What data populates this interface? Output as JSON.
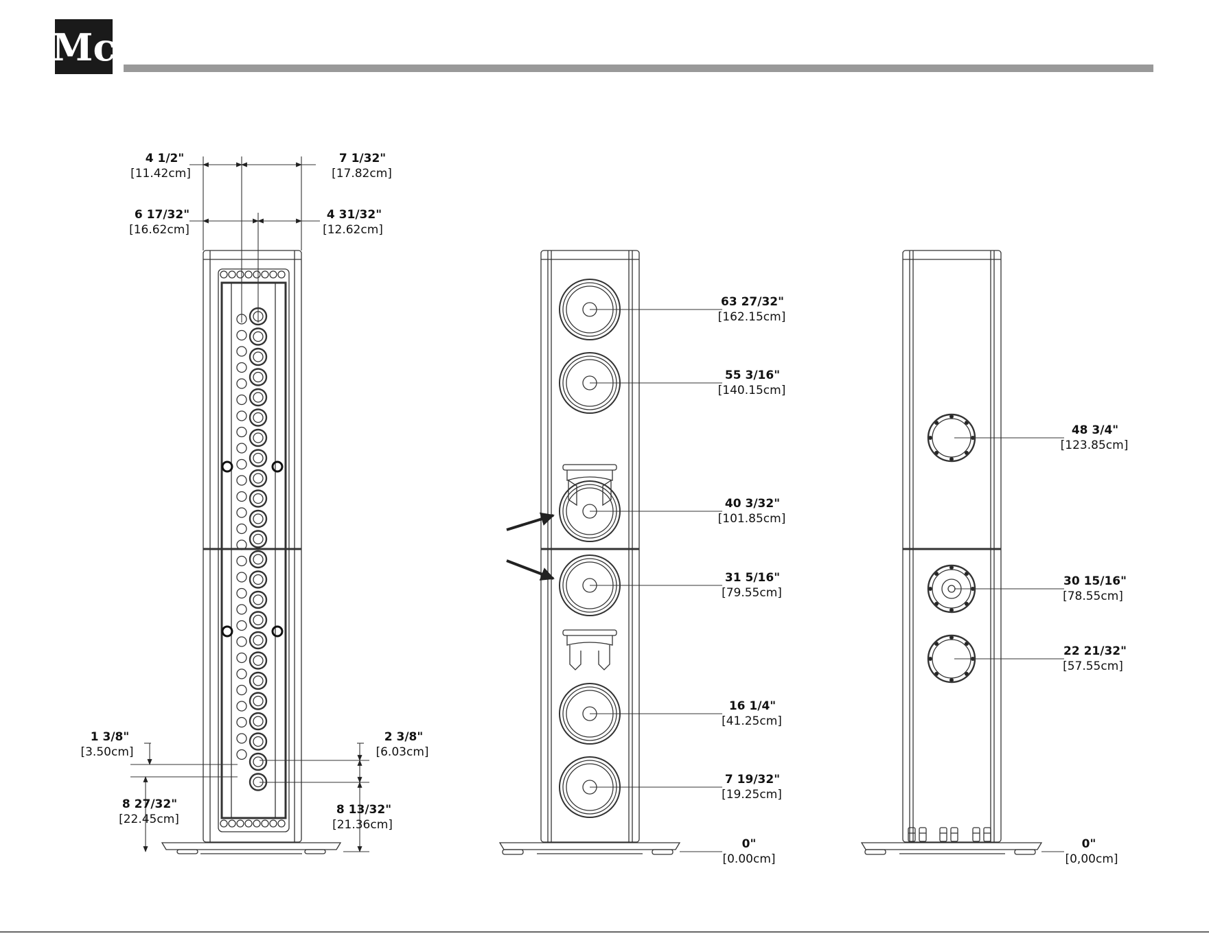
{
  "header": {
    "logo_text": "Mc",
    "bar_color": "#999999"
  },
  "front_view": {
    "dims": [
      {
        "id": "top-left",
        "inches": "4 1/2\"",
        "cm": "[11.42cm]"
      },
      {
        "id": "top-right",
        "inches": "7 1/32\"",
        "cm": "[17.82cm]"
      },
      {
        "id": "mid-left",
        "inches": "6 17/32\"",
        "cm": "[16.62cm]"
      },
      {
        "id": "mid-right",
        "inches": "4 31/32\"",
        "cm": "[12.62cm]"
      },
      {
        "id": "bottom-left-upper",
        "inches": "1 3/8\"",
        "cm": "[3.50cm]"
      },
      {
        "id": "bottom-left-lower",
        "inches": "8 27/32\"",
        "cm": "[22.45cm]"
      },
      {
        "id": "bottom-right-upper",
        "inches": "2 3/8\"",
        "cm": "[6.03cm]"
      },
      {
        "id": "bottom-right-lower",
        "inches": "8 13/32\"",
        "cm": "[21.36cm]"
      }
    ]
  },
  "side_view": {
    "dims": [
      {
        "inches": "63 27/32\"",
        "cm": "[162.15cm]"
      },
      {
        "inches": "55 3/16\"",
        "cm": "[140.15cm]"
      },
      {
        "inches": "40 3/32\"",
        "cm": "[101.85cm]"
      },
      {
        "inches": "31 5/16\"",
        "cm": "[79.55cm]"
      },
      {
        "inches": "16 1/4\"",
        "cm": "[41.25cm]"
      },
      {
        "inches": "7 19/32\"",
        "cm": "[19.25cm]"
      },
      {
        "inches": "0\"",
        "cm": "[0.00cm]"
      }
    ]
  },
  "rear_view": {
    "dims": [
      {
        "inches": "48 3/4\"",
        "cm": "[123.85cm]"
      },
      {
        "inches": "30 15/16\"",
        "cm": "[78.55cm]"
      },
      {
        "inches": "22 21/32\"",
        "cm": "[57.55cm]"
      },
      {
        "inches": "0\"",
        "cm": "[0,00cm]"
      }
    ]
  }
}
